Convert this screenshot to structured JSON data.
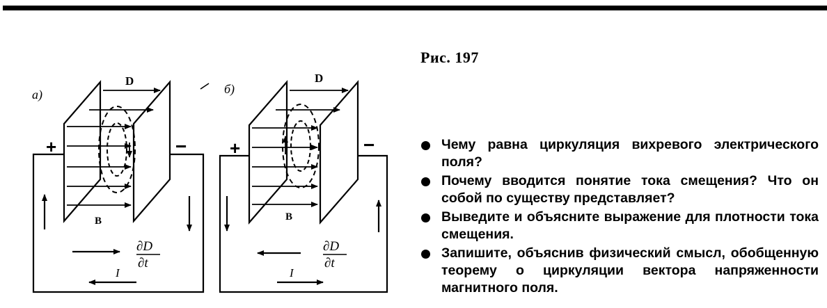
{
  "figure": {
    "caption": "Рис. 197",
    "panel_a": {
      "label": "а)",
      "field_label": "D",
      "b_label": "B",
      "plus": "+",
      "minus": "−",
      "deriv_num": "∂D",
      "deriv_den": "∂t",
      "current": "I"
    },
    "panel_b": {
      "label": "б)",
      "field_label": "D",
      "b_label": "B",
      "plus": "+",
      "minus": "−",
      "deriv_num": "∂D",
      "deriv_den": "∂t",
      "current": "I"
    }
  },
  "questions": [
    "Чему равна циркуляция вихревого электрического поля?",
    "Почему вводится понятие тока смещения? Что он собой по существу представляет?",
    "Выведите и объясните выражение для плотности тока смещения.",
    "Запишите, объяснив физический смысл, обобщенную теорему о циркуляции вектора напряженности магнитного поля."
  ]
}
